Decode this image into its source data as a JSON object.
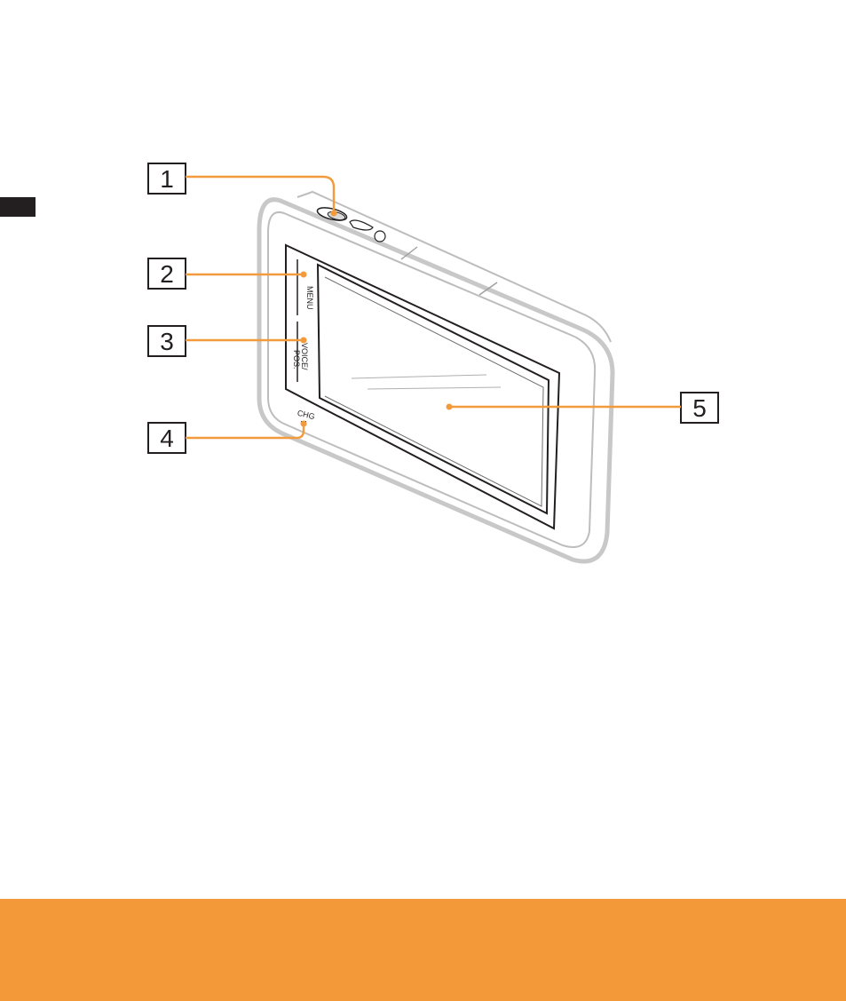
{
  "colors": {
    "accent": "#f4993a",
    "leader": "#f39a3c",
    "outline": "#231f20",
    "device_frame": "#c8c8c8",
    "page_tab": "#231f20"
  },
  "device_labels": {
    "menu": "MENU",
    "voice_line1": "VOICE/",
    "voice_line2": "POS.",
    "charge": "CHG"
  },
  "callouts": [
    {
      "number": "1",
      "target": "power-buttons"
    },
    {
      "number": "2",
      "target": "menu-button"
    },
    {
      "number": "3",
      "target": "voice-pos-button"
    },
    {
      "number": "4",
      "target": "charge-lamp"
    },
    {
      "number": "5",
      "target": "screen"
    }
  ]
}
